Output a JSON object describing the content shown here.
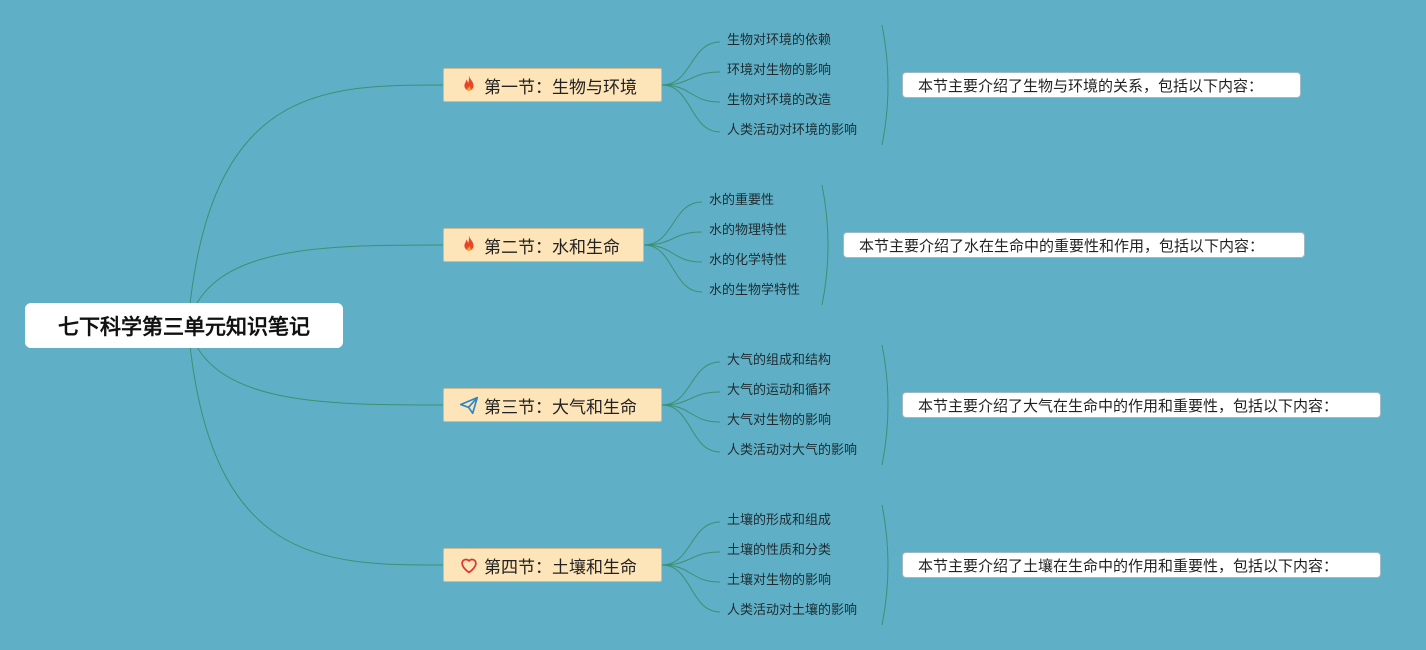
{
  "root": {
    "title": "七下科学第三单元知识笔记"
  },
  "sections": [
    {
      "title": "第一节：生物与环境",
      "icon": "fire-icon",
      "topics": [
        "生物对环境的依赖",
        "环境对生物的影响",
        "生物对环境的改造",
        "人类活动对环境的影响"
      ],
      "summary": "本节主要介绍了生物与环境的关系，包括以下内容："
    },
    {
      "title": "第二节：水和生命",
      "icon": "fire-icon",
      "topics": [
        "水的重要性",
        "水的物理特性",
        "水的化学特性",
        "水的生物学特性"
      ],
      "summary": "本节主要介绍了水在生命中的重要性和作用，包括以下内容："
    },
    {
      "title": "第三节：大气和生命",
      "icon": "paper-plane-icon",
      "topics": [
        "大气的组成和结构",
        "大气的运动和循环",
        "大气对生物的影响",
        "人类活动对大气的影响"
      ],
      "summary": "本节主要介绍了大气在生命中的作用和重要性，包括以下内容："
    },
    {
      "title": "第四节：土壤和生命",
      "icon": "heart-icon",
      "topics": [
        "土壤的形成和组成",
        "土壤的性质和分类",
        "土壤对生物的影响",
        "人类活动对土壤的影响"
      ],
      "summary": "本节主要介绍了土壤在生命中的作用和重要性，包括以下内容："
    }
  ],
  "colors": {
    "background": "#5fb0c6",
    "branch_line": "#3f8f73",
    "section_fill": "#fde4b9",
    "fire": "#e8442a",
    "plane": "#2a86c9",
    "heart": "#e0352b"
  }
}
